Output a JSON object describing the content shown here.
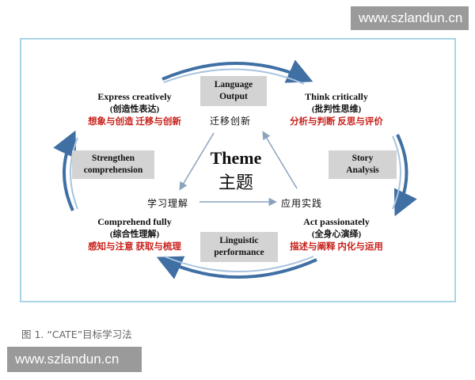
{
  "watermark_top": "www.szlandun.cn",
  "watermark_bottom": "www.szlandun.cn",
  "center": {
    "en": "Theme",
    "zh": "主题"
  },
  "nodes": {
    "top_left": {
      "en": "Express creatively",
      "paren": "(创造性表达)",
      "red": "想象与创造 迁移与创新"
    },
    "top_right": {
      "en": "Think critically",
      "paren": "(批判性思维)",
      "red": "分析与判断 反思与评价"
    },
    "bottom_left": {
      "en": "Comprehend fully",
      "paren": "(综合性理解)",
      "red": "感知与注意 获取与梳理"
    },
    "bottom_right": {
      "en": "Act passionately",
      "paren": "(全身心演绎)",
      "red": "描述与阐释 内化与运用"
    }
  },
  "boxes": {
    "top": [
      "Language",
      "Output"
    ],
    "left": [
      "Strengthen",
      "comprehension"
    ],
    "right": [
      "Story",
      "Analysis"
    ],
    "bottom": [
      "Linguistic",
      "performance"
    ]
  },
  "labels": {
    "top": "迁移创新",
    "left": "学习理解",
    "right": "应用实践"
  },
  "caption": "图 1. “CATE”目标学习法",
  "colors": {
    "arrow": "#3f6fa3",
    "red": "#c8201a",
    "frame": "#a9d4e6",
    "box": "#d3d3d3"
  }
}
